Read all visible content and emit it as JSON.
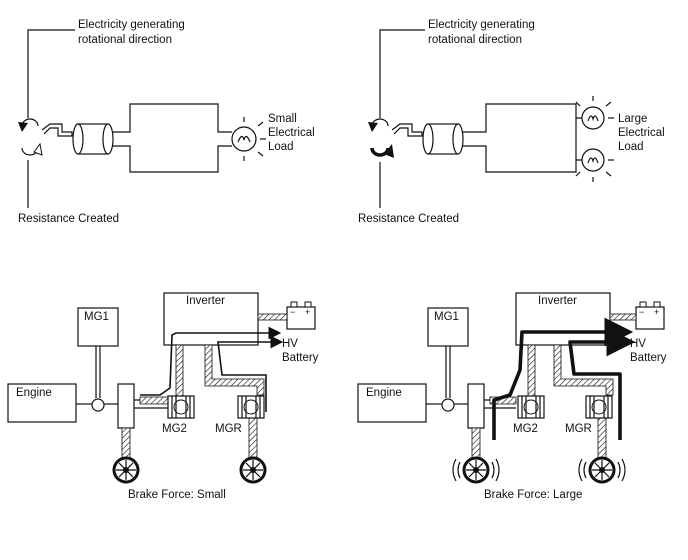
{
  "top_left": {
    "direction_label_line1": "Electricity generating",
    "direction_label_line2": "rotational direction",
    "resistance_label": "Resistance Created",
    "load_label_line1": "Small",
    "load_label_line2": "Electrical",
    "load_label_line3": "Load"
  },
  "top_right": {
    "direction_label_line1": "Electricity generating",
    "direction_label_line2": "rotational direction",
    "resistance_label": "Resistance Created",
    "load_label_line1": "Large",
    "load_label_line2": "Electrical",
    "load_label_line3": "Load"
  },
  "bottom_left": {
    "inverter": "Inverter",
    "mg1": "MG1",
    "engine": "Engine",
    "mg2": "MG2",
    "mgr": "MGR",
    "hv_line1": "HV",
    "hv_line2": "Battery",
    "brake_force": "Brake Force: Small"
  },
  "bottom_right": {
    "inverter": "Inverter",
    "mg1": "MG1",
    "engine": "Engine",
    "mg2": "MG2",
    "mgr": "MGR",
    "hv_line1": "HV",
    "hv_line2": "Battery",
    "brake_force": "Brake Force: Large"
  }
}
